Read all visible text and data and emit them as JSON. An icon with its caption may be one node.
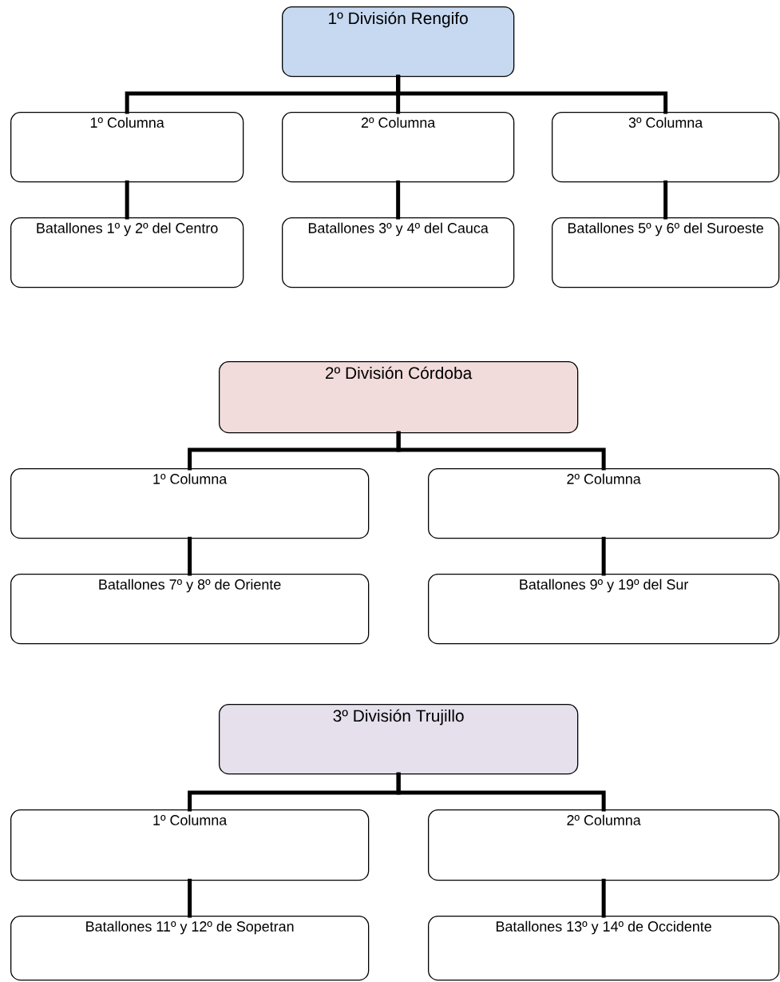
{
  "diagram": {
    "nodes": [
      {
        "text": [
          "1º División Rengifo"
        ]
      },
      {
        "text": [
          "1º Columna"
        ]
      },
      {
        "text": [
          "2º Columna"
        ]
      },
      {
        "text": [
          "3º Columna"
        ]
      },
      {
        "text": [
          "Batallones 1º y 2º del Centro"
        ]
      },
      {
        "text": [
          "Batallones 3º y 4º del Cauca"
        ]
      },
      {
        "text": [
          "Batallones 5º y 6º del Suroeste"
        ]
      },
      {
        "text": [
          "2º División Córdoba"
        ]
      },
      {
        "text": [
          "1º Columna"
        ]
      },
      {
        "text": [
          "2º Columna"
        ]
      },
      {
        "text": [
          "Batallones 7º y 8º de Oriente"
        ]
      },
      {
        "text": [
          "Batallones 9º y 19º del Sur"
        ]
      },
      {
        "text": [
          "3º División Trujillo"
        ]
      },
      {
        "text": [
          "1º Columna"
        ]
      },
      {
        "text": [
          "2º Columna"
        ]
      },
      {
        "text": [
          "Batallones 11º y 12º de Sopetran"
        ]
      },
      {
        "text": [
          "Batallones 13º y 14º de Occidente"
        ]
      }
    ],
    "edges": [
      {
        "from": 0,
        "to": 1,
        "arrow": "none"
      },
      {
        "from": 0,
        "to": 2,
        "arrow": "none"
      },
      {
        "from": 0,
        "to": 3,
        "arrow": "none"
      },
      {
        "from": 1,
        "to": 4,
        "arrow": "none"
      },
      {
        "from": 2,
        "to": 5,
        "arrow": "none"
      },
      {
        "from": 3,
        "to": 6,
        "arrow": "none"
      },
      {
        "from": 7,
        "to": 8,
        "arrow": "none"
      },
      {
        "from": 7,
        "to": 9,
        "arrow": "none"
      },
      {
        "from": 8,
        "to": 10,
        "arrow": "none"
      },
      {
        "from": 9,
        "to": 11,
        "arrow": "none"
      },
      {
        "from": 12,
        "to": 13,
        "arrow": "none"
      },
      {
        "from": 12,
        "to": 14,
        "arrow": "none"
      },
      {
        "from": 13,
        "to": 15,
        "arrow": "none"
      },
      {
        "from": 14,
        "to": 16,
        "arrow": "none"
      }
    ]
  }
}
